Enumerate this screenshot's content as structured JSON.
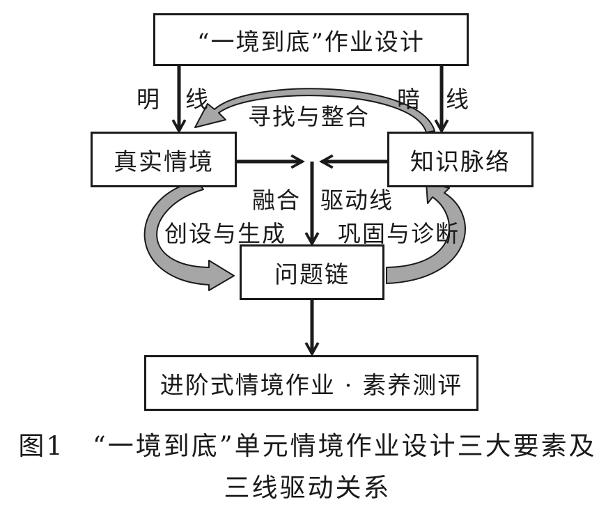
{
  "boxes": {
    "top": "“一境到底”作业设计",
    "real_situation": "真实情境",
    "knowledge": "知识脉络",
    "problem_chain": "问题链",
    "bottom": "进阶式情境作业 · 素养测评"
  },
  "labels": {
    "explicit_line": "明　线",
    "implicit_line": "暗　线",
    "find_integrate": "寻找与整合",
    "fusion": "融合",
    "drive_line": "驱动线",
    "create_generate": "创设与生成",
    "consolidate_diagnose": "巩固与诊断"
  },
  "caption": {
    "line1": "图1　“一境到底”单元情境作业设计三大要素及",
    "line2": "三线驱动关系"
  }
}
